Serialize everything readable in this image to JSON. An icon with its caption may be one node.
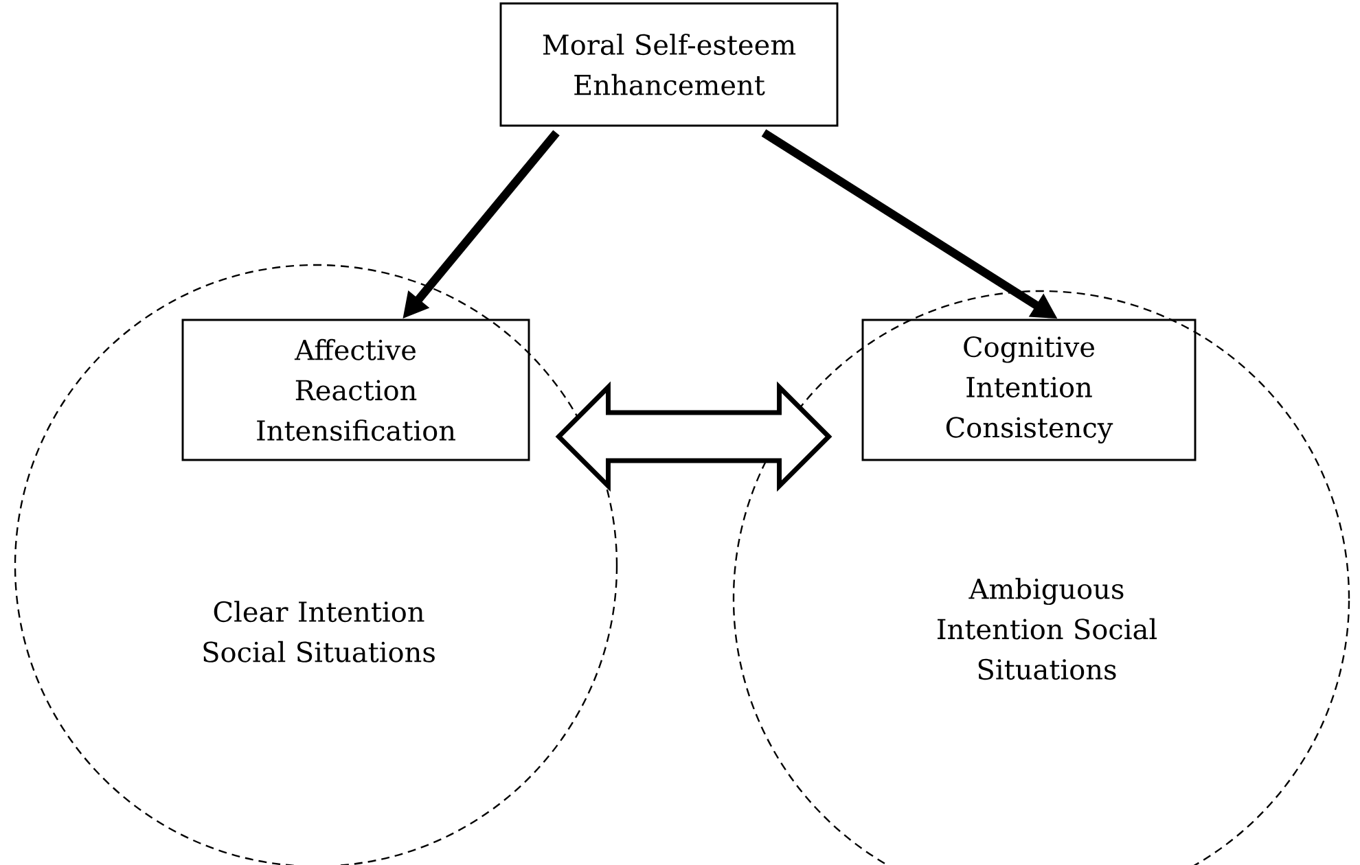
{
  "diagram": {
    "nodes": [
      {
        "text": [
          "Moral Self-esteem Enhancement"
        ]
      },
      {
        "text": [
          "Clear Intention Social Situations"
        ]
      },
      {
        "text": [
          "Affective Reaction Intensification"
        ],
        "in": 1
      },
      {
        "text": [
          "Ambiguous Intention Social Situations"
        ]
      },
      {
        "text": [
          "Cognitive Intention Consistency"
        ],
        "in": 3
      }
    ],
    "edges": [
      {
        "from": 0,
        "to": 2,
        "arrow": "to"
      },
      {
        "from": 0,
        "to": 4,
        "arrow": "to"
      },
      {
        "from": 2,
        "to": 4,
        "arrow": "both"
      }
    ]
  }
}
